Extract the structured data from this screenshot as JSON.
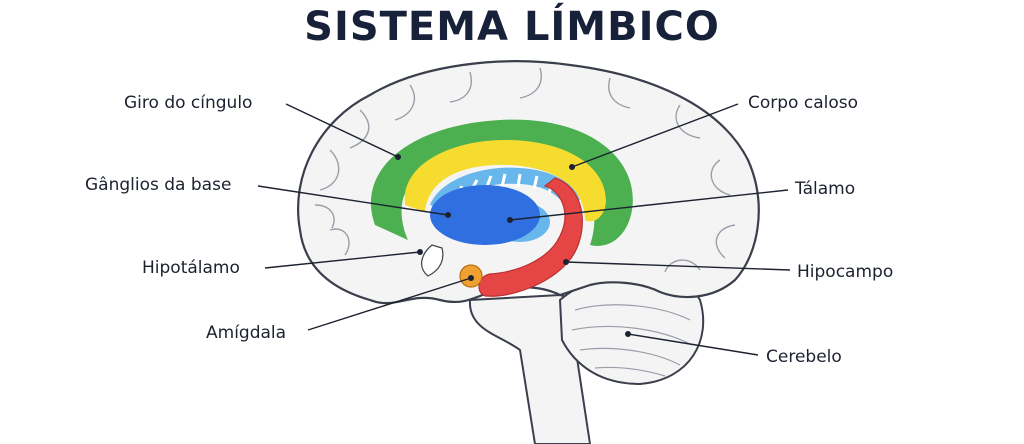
{
  "title": "SISTEMA LÍMBICO",
  "labels": {
    "giro_do_cingulo": "Giro do cíngulo",
    "corpo_caloso": "Corpo caloso",
    "ganglios_da_base": "Gânglios da base",
    "talamo": "Tálamo",
    "hipotalamo": "Hipotálamo",
    "hipocampo": "Hipocampo",
    "amigdala": "Amígdala",
    "cerebelo": "Cerebelo"
  },
  "colors": {
    "giro_do_cingulo": "#4caf50",
    "corpo_caloso": "#f5dc2e",
    "ganglios_da_base": "#2f6fe0",
    "talamo": "#67b7ec",
    "hipocampo": "#e64545",
    "amigdala": "#f0a030",
    "brain_fill": "#f4f4f5",
    "outline": "#3a3f4b"
  }
}
